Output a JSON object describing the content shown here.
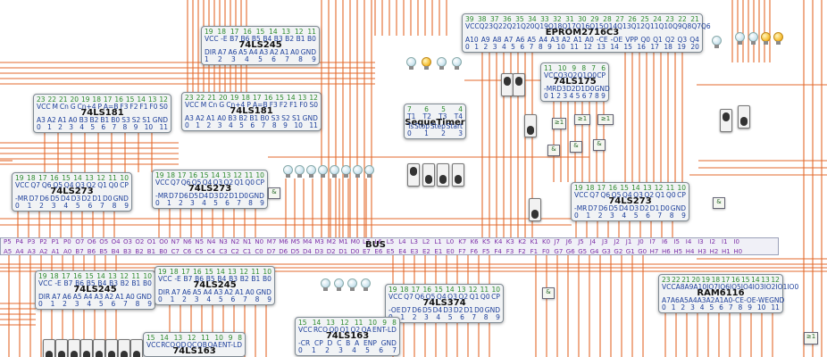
{
  "chips": {
    "ls245_top": {
      "label": "74LS245",
      "pins_top": [
        "19",
        "18",
        "17",
        "16",
        "15",
        "14",
        "13",
        "12",
        "11"
      ],
      "sig_top": [
        "VCC",
        "-E",
        "B7",
        "B6",
        "B5",
        "B4",
        "B3",
        "B2",
        "B1",
        "B0"
      ],
      "sig_bot": [
        "DIR",
        "A7",
        "A6",
        "A5",
        "A4",
        "A3",
        "A2",
        "A1",
        "A0",
        "GND"
      ],
      "pins_bot": [
        "1",
        "2",
        "3",
        "4",
        "5",
        "6",
        "7",
        "8",
        "9"
      ]
    },
    "eprom": {
      "label": "EPROM2716C3",
      "pins_top": [
        "39",
        "38",
        "37",
        "36",
        "35",
        "34",
        "33",
        "32",
        "31",
        "30",
        "29",
        "28",
        "27",
        "26",
        "25",
        "24",
        "23",
        "22",
        "21"
      ],
      "sig_top": [
        "VCC",
        "Q23",
        "Q22",
        "Q21",
        "Q20",
        "Q19",
        "Q18",
        "Q17",
        "Q16",
        "Q15",
        "Q14",
        "Q13",
        "Q12",
        "Q11",
        "Q10",
        "Q9",
        "Q8",
        "Q7",
        "Q6"
      ],
      "sig_bot": [
        "A10",
        "A9",
        "A8",
        "A7",
        "A6",
        "A5",
        "A4",
        "A3",
        "A2",
        "A1",
        "A0",
        "-CE",
        "-OE",
        "VPP",
        "Q0",
        "Q1",
        "Q2",
        "Q3",
        "Q4"
      ],
      "pins_bot": [
        "0",
        "1",
        "2",
        "3",
        "4",
        "5",
        "6",
        "7",
        "8",
        "9",
        "10",
        "11",
        "12",
        "13",
        "14",
        "15",
        "16",
        "17",
        "18",
        "19",
        "20"
      ]
    },
    "ls181_left": {
      "label": "74LS181",
      "pins_top": [
        "23",
        "22",
        "21",
        "20",
        "19",
        "18",
        "17",
        "16",
        "15",
        "14",
        "13",
        "12"
      ],
      "sig_top": [
        "VCC",
        "M",
        "Cn",
        "G",
        "Cn+4",
        "P",
        "A=B",
        "F3",
        "F2",
        "F1",
        "F0",
        "S0"
      ],
      "sig_bot": [
        "A3",
        "A2",
        "A1",
        "A0",
        "B3",
        "B2",
        "B1",
        "B0",
        "S3",
        "S2",
        "S1",
        "GND"
      ],
      "pins_bot": [
        "0",
        "1",
        "2",
        "3",
        "4",
        "5",
        "6",
        "7",
        "8",
        "9",
        "10",
        "11"
      ]
    },
    "ls181_mid": {
      "label": "74LS181",
      "pins_top": [
        "23",
        "22",
        "21",
        "20",
        "19",
        "18",
        "17",
        "16",
        "15",
        "14",
        "13",
        "12"
      ],
      "sig_top": [
        "VCC",
        "M",
        "Cn",
        "G",
        "Cn+4",
        "P",
        "A=B",
        "F3",
        "F2",
        "F1",
        "F0",
        "S0"
      ],
      "sig_bot": [
        "A3",
        "A2",
        "A1",
        "A0",
        "B3",
        "B2",
        "B1",
        "B0",
        "S3",
        "S2",
        "S1",
        "GND"
      ],
      "pins_bot": [
        "0",
        "1",
        "2",
        "3",
        "4",
        "5",
        "6",
        "7",
        "8",
        "9",
        "10",
        "11"
      ]
    },
    "ls175": {
      "label": "74LS175",
      "pins_top": [
        "11",
        "10",
        "9",
        "8",
        "7",
        "6"
      ],
      "sig_top": [
        "VCC",
        "Q3",
        "Q2",
        "Q1",
        "Q0",
        "CP"
      ],
      "sig_bot": [
        "-MR",
        "D3",
        "D2",
        "D1",
        "D0",
        "GND"
      ],
      "pins_bot": [
        "0",
        "1",
        "2",
        "3",
        "4",
        "5",
        "6",
        "7",
        "8",
        "9"
      ]
    },
    "seque_timer": {
      "label": "SequeTimer",
      "pins_top": [
        "7",
        "6",
        "5",
        "4"
      ],
      "sig_top": [
        "T1",
        "T2",
        "T3",
        "T4"
      ],
      "sig_bot": [
        "Ts",
        "Stop",
        "Step",
        "Start"
      ],
      "pins_bot": [
        "0",
        "1",
        "2",
        "3"
      ]
    },
    "ls273_left": {
      "label": "74LS273",
      "pins_top": [
        "19",
        "18",
        "17",
        "16",
        "15",
        "14",
        "13",
        "12",
        "11",
        "10"
      ],
      "sig_top": [
        "VCC",
        "Q7",
        "Q6",
        "Q5",
        "Q4",
        "Q3",
        "Q2",
        "Q1",
        "Q0",
        "CP"
      ],
      "sig_bot": [
        "-MR",
        "D7",
        "D6",
        "D5",
        "D4",
        "D3",
        "D2",
        "D1",
        "D0",
        "GND"
      ],
      "pins_bot": [
        "0",
        "1",
        "2",
        "3",
        "4",
        "5",
        "6",
        "7",
        "8",
        "9"
      ]
    },
    "ls273_mid": {
      "label": "74LS273",
      "pins_top": [
        "19",
        "18",
        "17",
        "16",
        "15",
        "14",
        "13",
        "12",
        "11",
        "10"
      ],
      "sig_top": [
        "VCC",
        "Q7",
        "Q6",
        "Q5",
        "Q4",
        "Q3",
        "Q2",
        "Q1",
        "Q0",
        "CP"
      ],
      "sig_bot": [
        "-MR",
        "D7",
        "D6",
        "D5",
        "D4",
        "D3",
        "D2",
        "D1",
        "D0",
        "GND"
      ],
      "pins_bot": [
        "0",
        "1",
        "2",
        "3",
        "4",
        "5",
        "6",
        "7",
        "8",
        "9"
      ]
    },
    "ls273_right": {
      "label": "74LS273",
      "pins_top": [
        "19",
        "18",
        "17",
        "16",
        "15",
        "14",
        "13",
        "12",
        "11",
        "10"
      ],
      "sig_top": [
        "VCC",
        "Q7",
        "Q6",
        "Q5",
        "Q4",
        "Q3",
        "Q2",
        "Q1",
        "Q0",
        "CP"
      ],
      "sig_bot": [
        "-MR",
        "D7",
        "D6",
        "D5",
        "D4",
        "D3",
        "D2",
        "D1",
        "D0",
        "GND"
      ],
      "pins_bot": [
        "0",
        "1",
        "2",
        "3",
        "4",
        "5",
        "6",
        "7",
        "8",
        "9"
      ]
    },
    "ls245_left": {
      "label": "74LS245",
      "pins_top": [
        "19",
        "18",
        "17",
        "16",
        "15",
        "14",
        "13",
        "12",
        "11",
        "10"
      ],
      "sig_top": [
        "VCC",
        "-E",
        "B7",
        "B6",
        "B5",
        "B4",
        "B3",
        "B2",
        "B1",
        "B0"
      ],
      "sig_bot": [
        "DIR",
        "A7",
        "A6",
        "A5",
        "A4",
        "A3",
        "A2",
        "A1",
        "A0",
        "GND"
      ],
      "pins_bot": [
        "0",
        "1",
        "2",
        "3",
        "4",
        "5",
        "6",
        "7",
        "8",
        "9"
      ]
    },
    "ls245_mid": {
      "label": "74LS245",
      "pins_top": [
        "19",
        "18",
        "17",
        "16",
        "15",
        "14",
        "13",
        "12",
        "11",
        "10"
      ],
      "sig_top": [
        "VCC",
        "-E",
        "B7",
        "B6",
        "B5",
        "B4",
        "B3",
        "B2",
        "B1",
        "B0"
      ],
      "sig_bot": [
        "DIR",
        "A7",
        "A6",
        "A5",
        "A4",
        "A3",
        "A2",
        "A1",
        "A0",
        "GND"
      ],
      "pins_bot": [
        "0",
        "1",
        "2",
        "3",
        "4",
        "5",
        "6",
        "7",
        "8",
        "9"
      ]
    },
    "ls374": {
      "label": "74LS374",
      "pins_top": [
        "19",
        "18",
        "17",
        "16",
        "15",
        "14",
        "13",
        "12",
        "11",
        "10"
      ],
      "sig_top": [
        "VCC",
        "Q7",
        "Q6",
        "Q5",
        "Q4",
        "Q3",
        "Q2",
        "Q1",
        "Q0",
        "CP"
      ],
      "sig_bot": [
        "-OE",
        "D7",
        "D6",
        "D5",
        "D4",
        "D3",
        "D2",
        "D1",
        "D0",
        "GND"
      ],
      "pins_bot": [
        "0",
        "1",
        "2",
        "3",
        "4",
        "5",
        "6",
        "7",
        "8",
        "9"
      ]
    },
    "ls163_mid": {
      "label": "74LS163",
      "pins_top": [
        "15",
        "14",
        "13",
        "12",
        "11",
        "10",
        "9",
        "8"
      ],
      "sig_top": [
        "VCC",
        "RCO",
        "Q0",
        "Q1",
        "Q2",
        "QA",
        "ENT-LD"
      ],
      "sig_bot": [
        "-CR",
        "CP",
        "D",
        "C",
        "B",
        "A",
        "ENP",
        "GND"
      ],
      "pins_bot": [
        "0",
        "1",
        "2",
        "3",
        "4",
        "5",
        "6",
        "7"
      ]
    },
    "ls163_left": {
      "label": "74LS163",
      "pins_top": [
        "15",
        "14",
        "13",
        "12",
        "11",
        "10",
        "9",
        "8"
      ],
      "sig_top": [
        "VCC",
        "RCO",
        "QD",
        "QC",
        "QB",
        "QA",
        "ENT-LD"
      ],
      "sig_bot": [],
      "pins_bot": []
    },
    "ram6116": {
      "label": "RAM6116",
      "pins_top": [
        "23",
        "22",
        "21",
        "20",
        "19",
        "18",
        "17",
        "16",
        "15",
        "14",
        "13",
        "12"
      ],
      "sig_top": [
        "VCC",
        "A8",
        "A9",
        "A10",
        "IO7",
        "IO6",
        "IO5",
        "IO4",
        "IO3",
        "IO2",
        "IO1",
        "IO0"
      ],
      "sig_bot": [
        "A7",
        "A6",
        "A5",
        "A4",
        "A3",
        "A2",
        "A1",
        "A0",
        "-CE",
        "-OE",
        "-WE",
        "GND"
      ],
      "pins_bot": [
        "0",
        "1",
        "2",
        "3",
        "4",
        "5",
        "6",
        "7",
        "8",
        "9",
        "10",
        "11"
      ]
    }
  },
  "bus": {
    "title": "BUS",
    "row1": [
      "P5",
      "P4",
      "P3",
      "P2",
      "P1",
      "P0",
      "O7",
      "O6",
      "O5",
      "O4",
      "O3",
      "O2",
      "O1",
      "O0",
      "N7",
      "N6",
      "N5",
      "N4",
      "N3",
      "N2",
      "N1",
      "N0",
      "M7",
      "M6",
      "M5",
      "M4",
      "M3",
      "M2",
      "M1",
      "M0",
      "L7",
      "L6",
      "L5",
      "L4",
      "L3",
      "L2",
      "L1",
      "L0",
      "K7",
      "K6",
      "K5",
      "K4",
      "K3",
      "K2",
      "K1",
      "K0",
      "J7",
      "J6",
      "J5",
      "J4",
      "J3",
      "J2",
      "J1",
      "J0",
      "I7",
      "I6",
      "I5",
      "I4",
      "I3",
      "I2",
      "I1",
      "I0"
    ],
    "row2": [
      "A5",
      "A4",
      "A3",
      "A2",
      "A1",
      "A0",
      "B7",
      "B6",
      "B5",
      "B4",
      "B3",
      "B2",
      "B1",
      "B0",
      "C7",
      "C6",
      "C5",
      "C4",
      "C3",
      "C2",
      "C1",
      "C0",
      "D7",
      "D6",
      "D5",
      "D4",
      "D3",
      "D2",
      "D1",
      "D0",
      "E7",
      "E6",
      "E5",
      "E4",
      "E3",
      "E2",
      "E1",
      "E0",
      "F7",
      "F6",
      "F5",
      "F4",
      "F3",
      "F2",
      "F1",
      "F0",
      "G7",
      "G6",
      "G5",
      "G4",
      "G3",
      "G2",
      "G1",
      "G0",
      "H7",
      "H6",
      "H5",
      "H4",
      "H3",
      "H2",
      "H1",
      "H0"
    ]
  },
  "gates": {
    "and": "&",
    "or": "≥1"
  },
  "colors": {
    "wire": "#e36a2c",
    "chip_fill": "#f1f3f5",
    "pin_green": "#2c8a2c",
    "pin_blue": "#1d3f9a",
    "bulb_on": "#f8c23a"
  }
}
